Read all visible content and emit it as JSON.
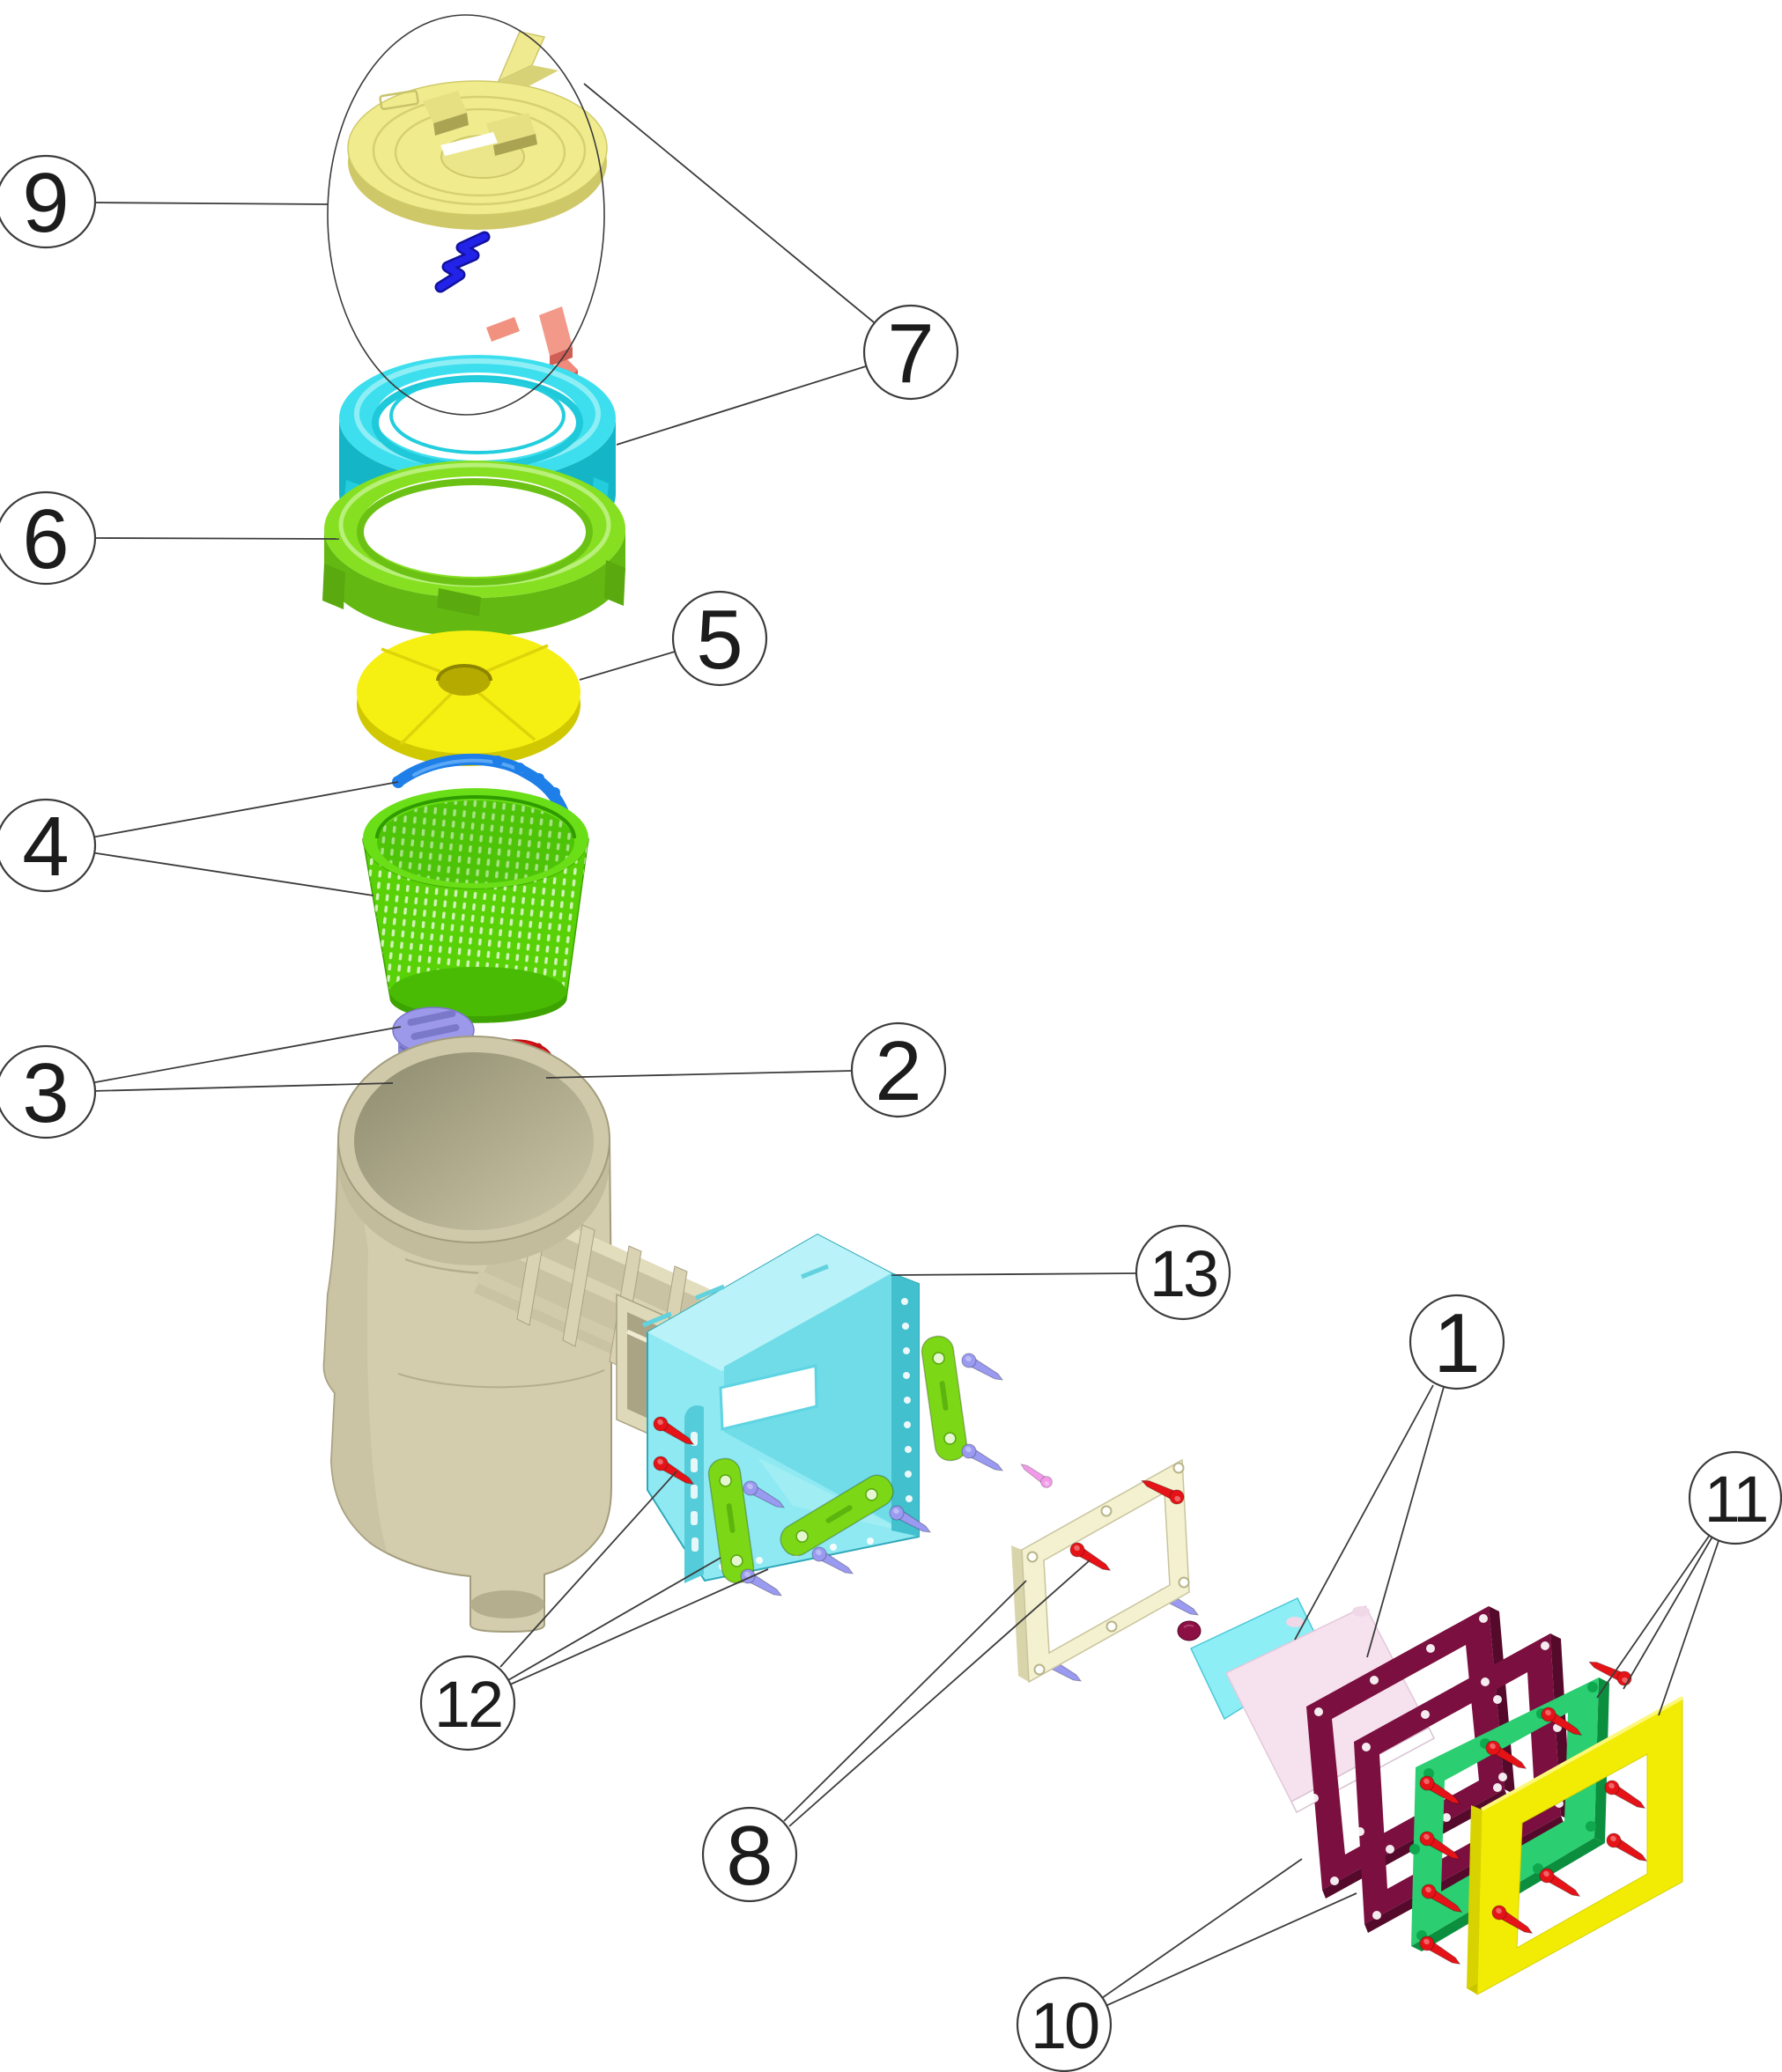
{
  "diagram": {
    "type": "exploded-parts-diagram",
    "background": "#ffffff",
    "callouts": [
      {
        "label": "1"
      },
      {
        "label": "2"
      },
      {
        "label": "3"
      },
      {
        "label": "4"
      },
      {
        "label": "5"
      },
      {
        "label": "6"
      },
      {
        "label": "7"
      },
      {
        "label": "8"
      },
      {
        "label": "9"
      },
      {
        "label": "10"
      },
      {
        "label": "11"
      },
      {
        "label": "12"
      },
      {
        "label": "13"
      }
    ],
    "colors": {
      "lid_pale_yellow": "#f0ec8e",
      "locking_ring_cyan": "#3ddfee",
      "adapter_ring_green": "#86e021",
      "cover_plate_yellow": "#f6ef12",
      "basket_green": "#58d106",
      "handle_blue": "#1f7fe8",
      "plug_purple": "#9c99ea",
      "plug_and_screws_red": "#e51317",
      "body_beige": "#d3cdad",
      "extension_box_cyan": "#8fe9f2",
      "clamp_bars_green": "#7cd816",
      "screws_blue": "#999af0",
      "screw_pink": "#f09ae8",
      "gasket_frame_cream": "#f4f1d0",
      "flap_cyan": "#8deef5",
      "flap_pink": "#f6e2ee",
      "gasket_maroon": "#7b0f3f",
      "faceplate_green": "#2bce71",
      "faceplate_yellow": "#f2ec05",
      "latch_salmon": "#ef8a7c",
      "spring_dark_blue": "#1a1ae0",
      "callout_line": "#3c3c3c"
    }
  }
}
